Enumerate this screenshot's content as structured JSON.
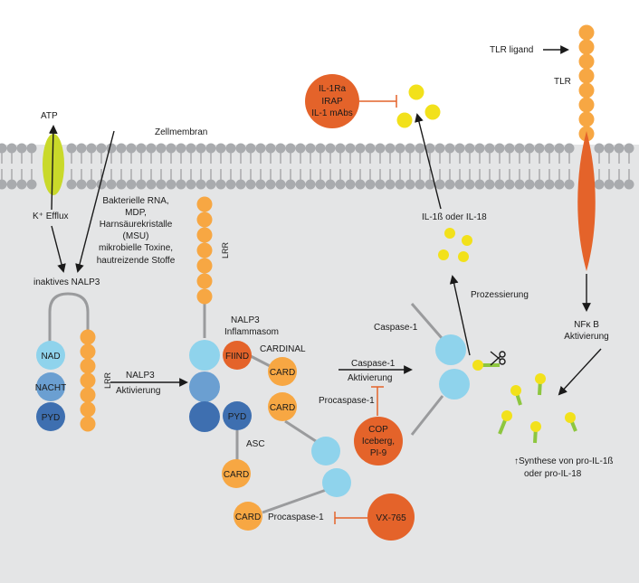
{
  "labels": {
    "atp": "ATP",
    "zellmembran": "Zellmembran",
    "k_efflux": "K⁺ Efflux",
    "triggers": [
      "Bakterielle RNA,",
      "MDP,",
      "Harnsäurekristalle",
      "(MSU)",
      "mikrobielle Toxine,",
      "hautreizende Stoffe"
    ],
    "inaktives_nalp3": "inaktives NALP3",
    "lrr": "LRR",
    "nalp3_aktivierung": [
      "NALP3",
      "Aktivierung"
    ],
    "nalp3_inflammasom": [
      "NALP3",
      "Inflammasom"
    ],
    "cardinal": "CARDINAL",
    "asc": "ASC",
    "procaspase_1": "Procaspase-1",
    "caspase_1": "Caspase-1",
    "caspase_aktivierung": [
      "Caspase-1",
      "Aktivierung"
    ],
    "prozessierung": "Prozessierung",
    "il_output": "IL-1ß oder IL-18",
    "tlr_ligand": "TLR ligand",
    "tlr": "TLR",
    "nfkb": [
      "NFκ B",
      "Aktivierung"
    ],
    "synthese": [
      "↑Synthese von pro-IL-1ß",
      "oder pro-IL-18"
    ]
  },
  "domains": {
    "nad": "NAD",
    "nacht": "NACHT",
    "pyd": "PYD",
    "fiind": "FIIND",
    "card": "CARD"
  },
  "inhibitors": {
    "il1_blockers": [
      "IL-1Ra",
      "IRAP",
      "IL-1 mAbs"
    ],
    "cop": [
      "COP",
      "Iceberg,",
      "PI-9"
    ],
    "vx765": "VX-765"
  },
  "colors": {
    "background": "#e4e5e6",
    "membrane_head": "#a9abae",
    "orange_bead": "#f7a743",
    "orange_inhibitor": "#e4632a",
    "yellow_il": "#f2e11b",
    "green": "#8dc63f",
    "light_blue": "#8fd3ec",
    "mid_blue": "#6b9fd1",
    "dark_blue": "#3e6fb0",
    "atp_channel": "#c9d92a"
  }
}
